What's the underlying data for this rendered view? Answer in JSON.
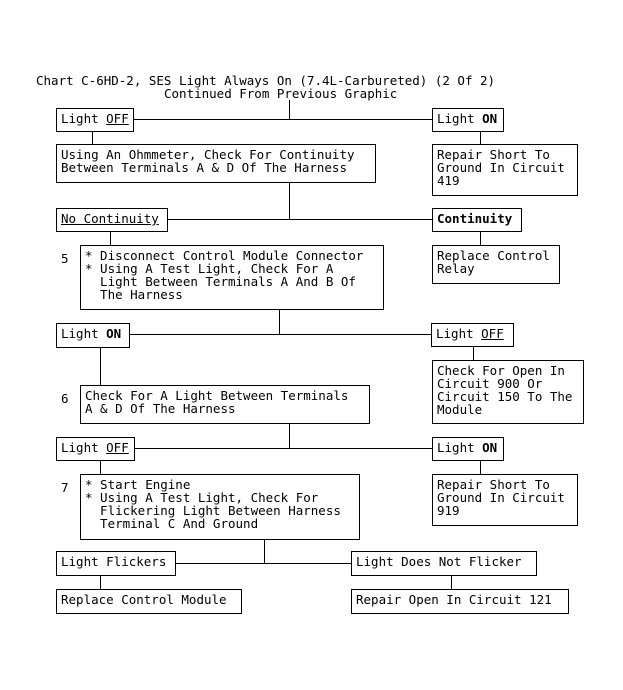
{
  "title": {
    "line1": "Chart C-6HD-2, SES Light Always On (7.4L-Carbureted) (2 Of 2)",
    "line2": "Continued From Previous Graphic"
  },
  "nodes": {
    "light_off_1": {
      "prefix": "Light ",
      "emph": "OFF"
    },
    "light_on_1": {
      "prefix": "Light ",
      "emph": "ON"
    },
    "ohmmeter": {
      "text": "Using An Ohmmeter, Check For Continuity\nBetween Terminals A & D Of The Harness"
    },
    "repair_short_419": {
      "text": "Repair Short To\nGround In Circuit\n419"
    },
    "no_continuity": {
      "text": "No Continuity"
    },
    "continuity": {
      "text": "Continuity"
    },
    "step5": {
      "number": "5",
      "text": "* Disconnect Control Module Connector\n* Using A Test Light, Check For A\n  Light Between Terminals A And B Of\n  The Harness"
    },
    "replace_relay": {
      "text": "Replace Control\nRelay"
    },
    "light_on_2": {
      "prefix": "Light ",
      "emph": "ON"
    },
    "light_off_2": {
      "prefix": "Light ",
      "emph": "OFF"
    },
    "step6": {
      "number": "6",
      "text": "Check For A Light Between Terminals\nA & D Of The Harness"
    },
    "check_open": {
      "text": "Check For Open In\nCircuit 900 Or\nCircuit 150 To The\nModule"
    },
    "light_off_3": {
      "prefix": "Light ",
      "emph": "OFF"
    },
    "light_on_3": {
      "prefix": "Light ",
      "emph": "ON"
    },
    "step7": {
      "number": "7",
      "text": "* Start Engine\n* Using A Test Light, Check For\n  Flickering Light Between Harness\n  Terminal C And Ground"
    },
    "repair_short_919": {
      "text": "Repair Short To\nGround In Circuit\n919"
    },
    "light_flickers": {
      "text": "Light Flickers"
    },
    "light_not_flicker": {
      "text": "Light Does Not Flicker"
    },
    "replace_module": {
      "text": "Replace Control Module"
    },
    "repair_open_121": {
      "text": "Repair Open In Circuit 121"
    }
  }
}
